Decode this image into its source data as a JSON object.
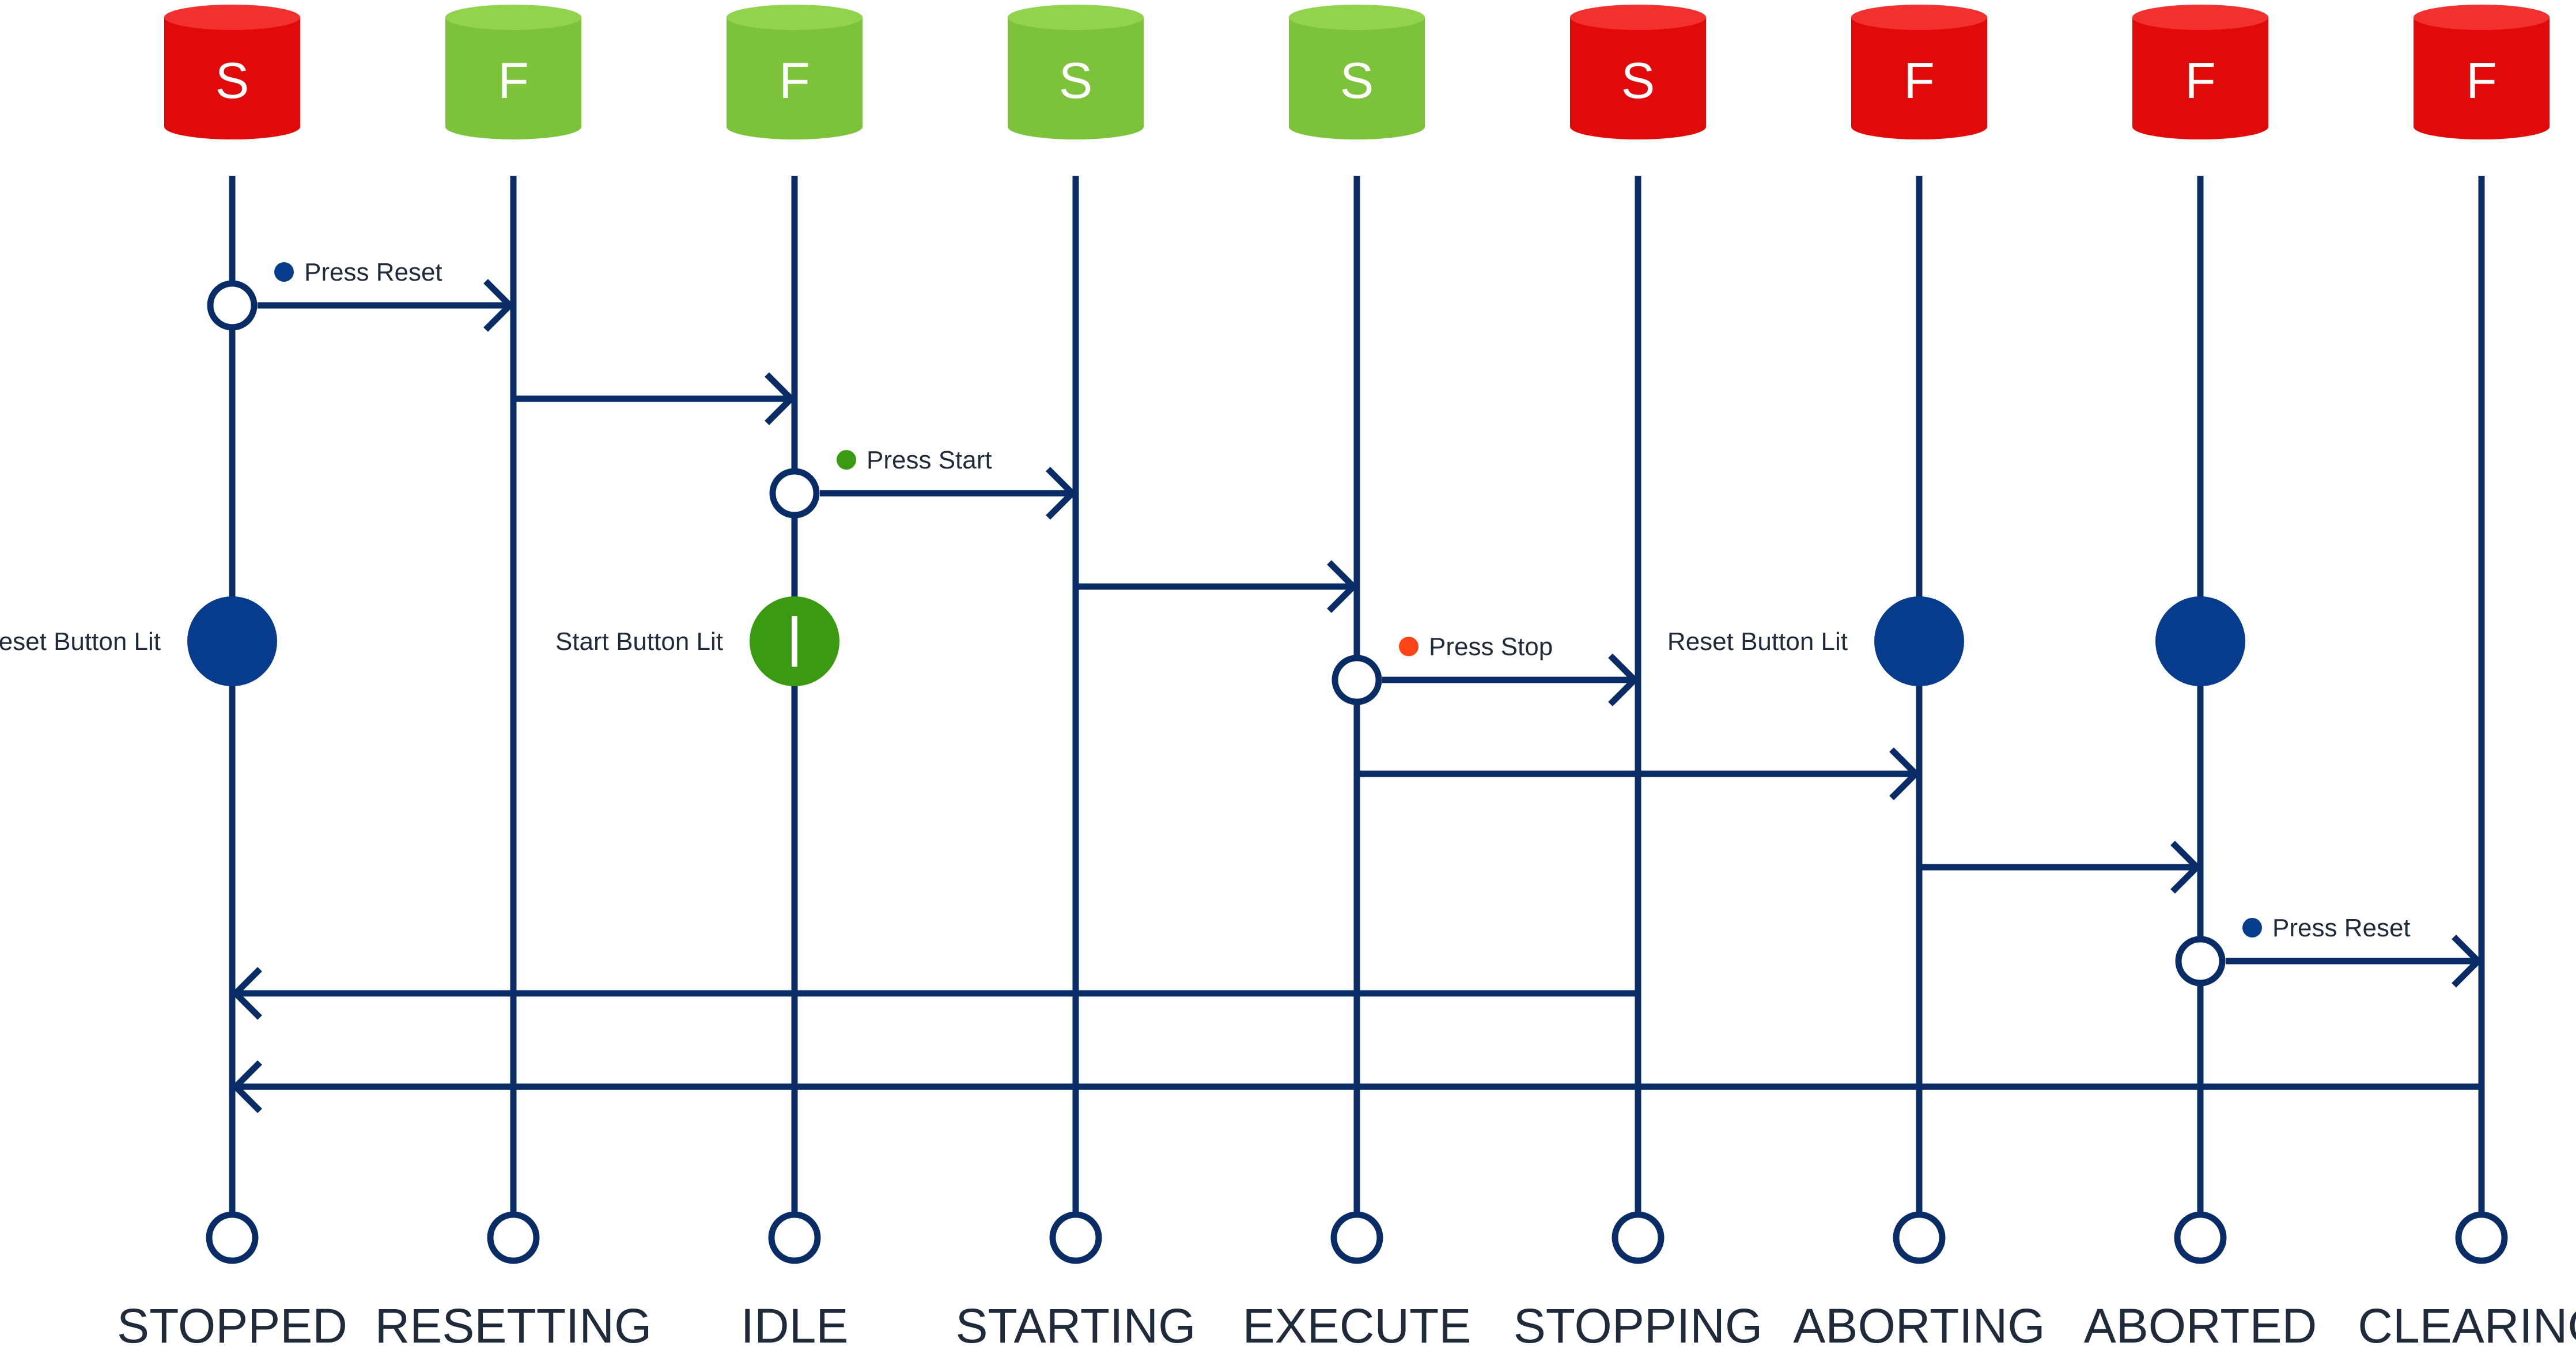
{
  "colors": {
    "line": "#0a2c66",
    "state_red": "#e10a0a",
    "state_red_top": "#f23030",
    "state_green": "#7cc23a",
    "state_green_top": "#92d34d",
    "dot_blue": "#073c8c",
    "dot_green": "#3a9a12",
    "dot_orange": "#ff4418",
    "text": "#1f2a3a"
  },
  "states": [
    {
      "id": "stopped",
      "name": "STOPPED",
      "letter": "S",
      "color": "red"
    },
    {
      "id": "resetting",
      "name": "RESETTING",
      "letter": "F",
      "color": "green"
    },
    {
      "id": "idle",
      "name": "IDLE",
      "letter": "F",
      "color": "green"
    },
    {
      "id": "starting",
      "name": "STARTING",
      "letter": "S",
      "color": "green"
    },
    {
      "id": "execute",
      "name": "EXECUTE",
      "letter": "S",
      "color": "green"
    },
    {
      "id": "stopping",
      "name": "STOPPING",
      "letter": "S",
      "color": "red"
    },
    {
      "id": "aborting",
      "name": "ABORTING",
      "letter": "F",
      "color": "red"
    },
    {
      "id": "aborted",
      "name": "ABORTED",
      "letter": "F",
      "color": "red"
    },
    {
      "id": "clearing",
      "name": "CLEARING",
      "letter": "F",
      "color": "red"
    }
  ],
  "transitions": [
    {
      "from": 0,
      "to": 1,
      "label": "Press Reset",
      "dot": "blue",
      "trigger": true
    },
    {
      "from": 1,
      "to": 2,
      "label": "",
      "dot": "",
      "trigger": false
    },
    {
      "from": 2,
      "to": 3,
      "label": "Press Start",
      "dot": "green",
      "trigger": true
    },
    {
      "from": 3,
      "to": 4,
      "label": "",
      "dot": "",
      "trigger": false
    },
    {
      "from": 4,
      "to": 5,
      "label": "Press Stop",
      "dot": "orange",
      "trigger": true
    },
    {
      "from": 4,
      "to": 6,
      "label": "",
      "dot": "",
      "trigger": false
    },
    {
      "from": 6,
      "to": 7,
      "label": "",
      "dot": "",
      "trigger": false
    },
    {
      "from": 7,
      "to": 8,
      "label": "Press Reset",
      "dot": "blue",
      "trigger": true
    },
    {
      "from": 5,
      "to": 0,
      "label": "",
      "dot": "",
      "trigger": false
    },
    {
      "from": 8,
      "to": 0,
      "label": "",
      "dot": "",
      "trigger": false
    }
  ],
  "indicators": [
    {
      "state": 0,
      "label": "Reset Button Lit",
      "color": "blue"
    },
    {
      "state": 2,
      "label": "Start Button Lit",
      "color": "green",
      "symbol": "I"
    },
    {
      "state": 6,
      "label": "Reset Button Lit",
      "color": "blue"
    },
    {
      "state": 7,
      "label": "",
      "color": "blue"
    }
  ]
}
